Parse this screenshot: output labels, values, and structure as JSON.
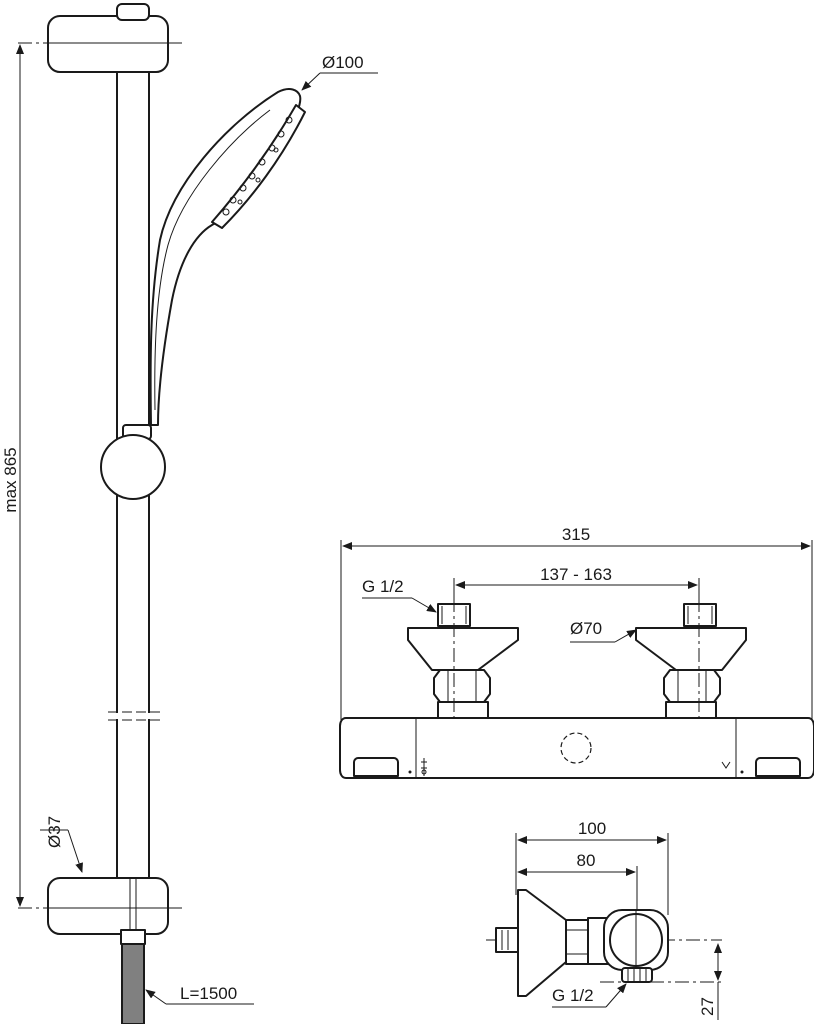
{
  "labels": {
    "max_height": "max 865",
    "head_diameter": "Ø100",
    "rail_diameter": "Ø37",
    "hose_length": "L=1500",
    "overall_width": "315",
    "connection_thread_left": "G 1/2",
    "centre_distance": "137 - 163",
    "escutcheon_diameter": "Ø70",
    "depth_total": "100",
    "depth_body": "80",
    "outlet_thread": "G 1/2",
    "outlet_height": "27"
  },
  "icons": {
    "temp_scale": "thermostat-scale-icon",
    "flow_mark": "flow-mark-icon"
  }
}
